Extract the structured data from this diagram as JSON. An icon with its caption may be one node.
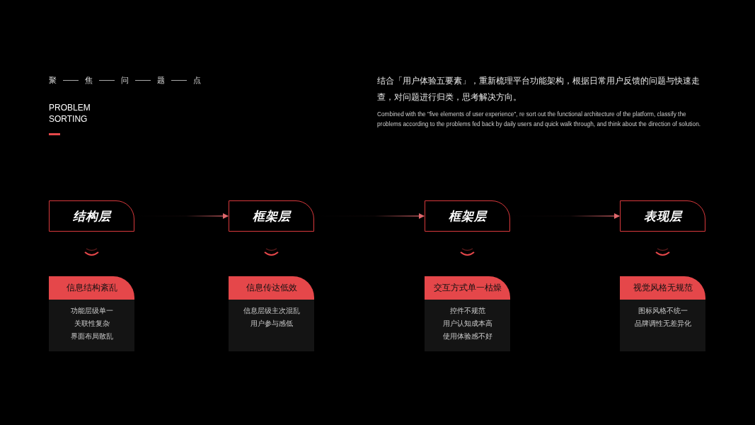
{
  "diagram": {
    "nodes": [
      {
        "text": [
          "结构层"
        ]
      },
      {
        "text": [
          "框架层"
        ]
      },
      {
        "text": [
          "框架层"
        ]
      },
      {
        "text": [
          "表现层"
        ]
      },
      {
        "text": [
          "信息结构紊乱",
          "功能层级单一",
          "关联性复杂",
          "界面布局散乱"
        ]
      },
      {
        "text": [
          "信息传达低效",
          "信息层级主次混乱",
          "用户参与感低"
        ]
      },
      {
        "text": [
          "交互方式单一枯燥",
          "控件不规范",
          "用户认知成本高",
          "使用体验感不好"
        ]
      },
      {
        "text": [
          "视觉风格无规范",
          "图标风格不统一",
          "品牌调性无差异化"
        ]
      }
    ],
    "edges": [
      {
        "from": 0,
        "to": 1,
        "arrow": "to"
      },
      {
        "from": 1,
        "to": 2,
        "arrow": "to"
      },
      {
        "from": 2,
        "to": 3,
        "arrow": "to"
      }
    ],
    "labels": [
      "聚",
      "焦",
      "问",
      "题",
      "点",
      "PROBLEM SORTING",
      "结合「用户体验五要素」，重新梳理平台功能架构，根据日常用户反馈的问题与快速走查，对问题进行归类，思考解决方向。",
      "Combined with the \"five elements of user experience\", re sort out the functional architecture of the platform, classify the problems according to the problems fed back by daily users and quick walk through, and think about the direction of solution."
    ]
  }
}
